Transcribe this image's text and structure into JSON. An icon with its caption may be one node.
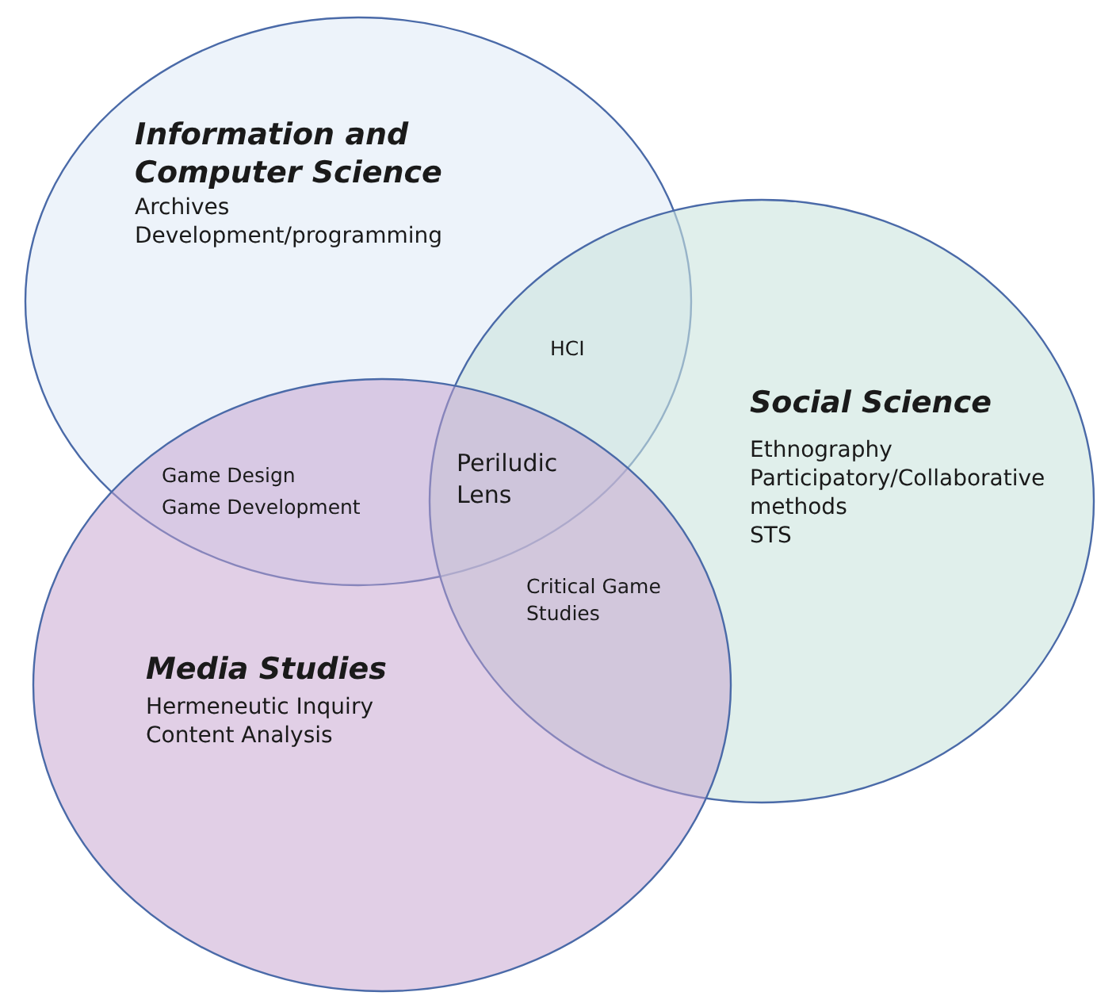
{
  "diagram": {
    "nodes": [
      {
        "text": [
          "Information and Computer Science",
          "Archives",
          "Development/programming"
        ]
      },
      {
        "text": [
          "Social Science",
          "Ethnography",
          "Participatory/Collaborative methods",
          "STS"
        ]
      },
      {
        "text": [
          "Media Studies",
          "Hermeneutic Inquiry",
          "Content Analysis"
        ]
      }
    ],
    "edges": [],
    "labels": [
      "HCI",
      "Game Design",
      "Game Development",
      "Periludic Lens",
      "Critical Game Studies"
    ]
  }
}
